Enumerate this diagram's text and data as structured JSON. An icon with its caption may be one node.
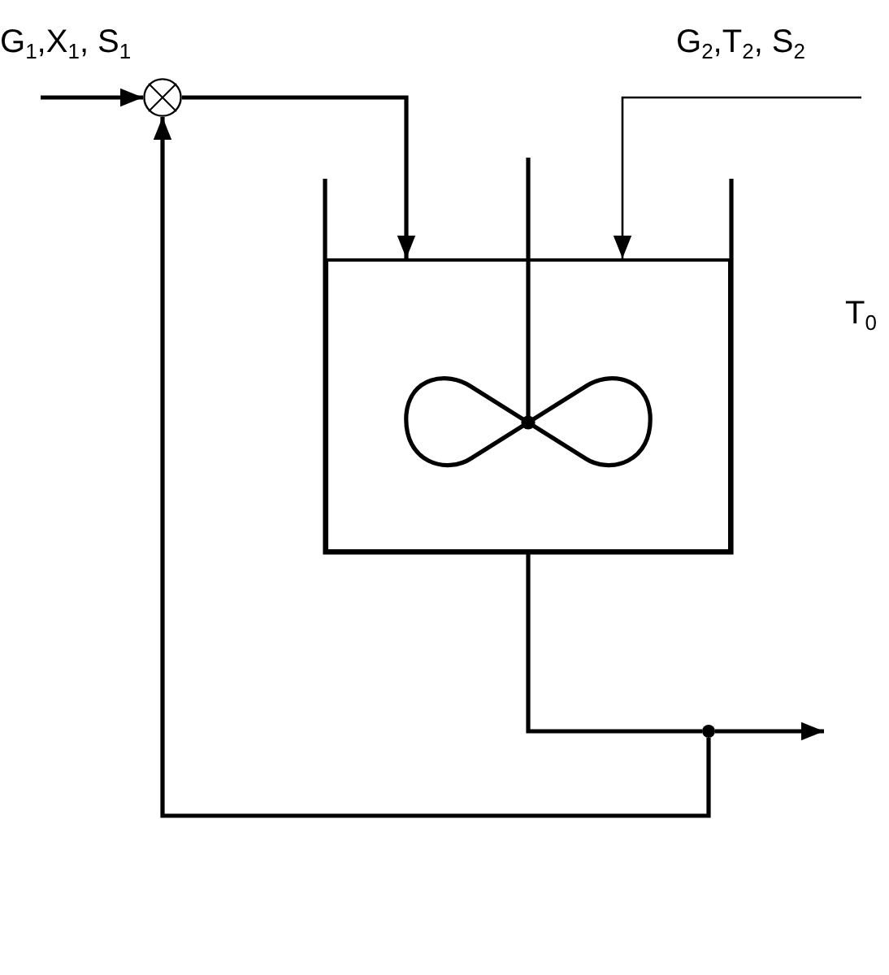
{
  "diagram": {
    "nodes": [
      {
        "text": [],
        "shape": "circle"
      },
      {
        "text": [],
        "shape": "box"
      },
      {
        "text": [],
        "shape": "circle"
      }
    ],
    "edges": [
      {
        "from": null,
        "to": 0,
        "arrow": "to"
      },
      {
        "from": 0,
        "to": 1,
        "arrow": "to"
      },
      {
        "from": null,
        "to": 1,
        "arrow": "to"
      },
      {
        "from": 1,
        "to": 2,
        "arrow": "none"
      },
      {
        "from": 2,
        "to": null,
        "arrow": "to"
      },
      {
        "from": 2,
        "to": 0,
        "arrow": "to"
      }
    ],
    "labels": [
      "G$_{1}$,X$_{1}$, S$_{1}$",
      "G$_{2}$,T$_{2}$, S$_{2}$",
      "T$_{0}$"
    ]
  }
}
